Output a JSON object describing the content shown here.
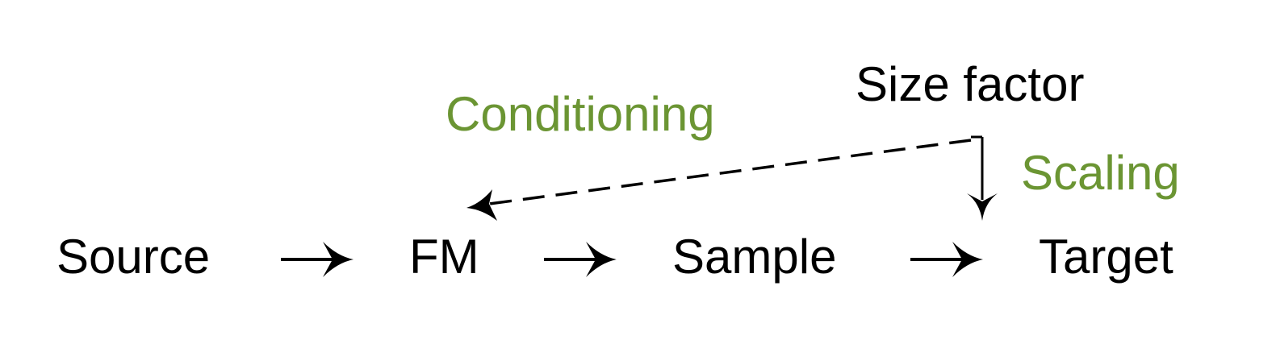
{
  "nodes": {
    "source": "Source",
    "fm": "FM",
    "sample": "Sample",
    "target": "Target"
  },
  "labels": {
    "size_factor": "Size factor",
    "conditioning": "Conditioning",
    "scaling": "Scaling"
  },
  "colors": {
    "text": "#000000",
    "accent_green": "#6b9533",
    "background": "#ffffff"
  }
}
